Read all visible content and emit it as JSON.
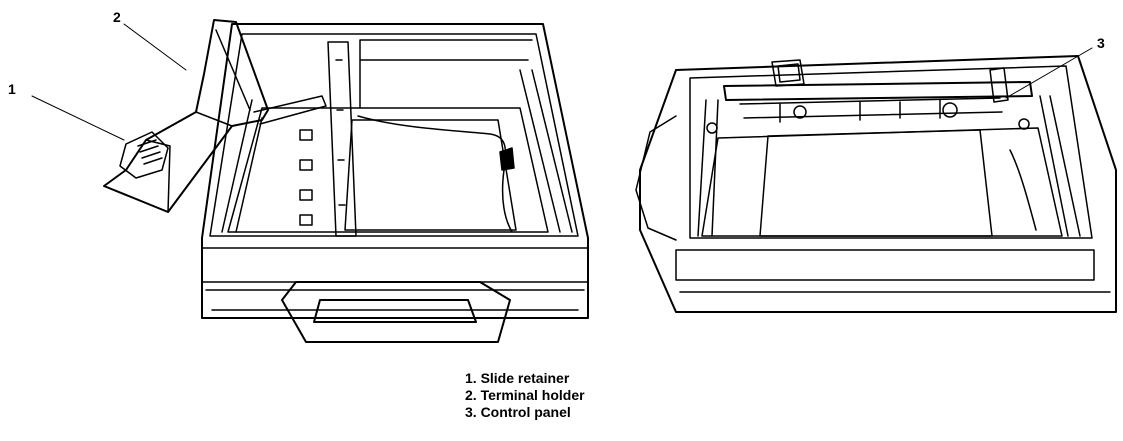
{
  "callouts": [
    {
      "number": "1",
      "label": "Slide retainer"
    },
    {
      "number": "2",
      "label": "Terminal holder"
    },
    {
      "number": "3",
      "label": "Control panel"
    }
  ],
  "legend": [
    "1. Slide retainer",
    "2. Terminal holder",
    "3. Control panel"
  ]
}
